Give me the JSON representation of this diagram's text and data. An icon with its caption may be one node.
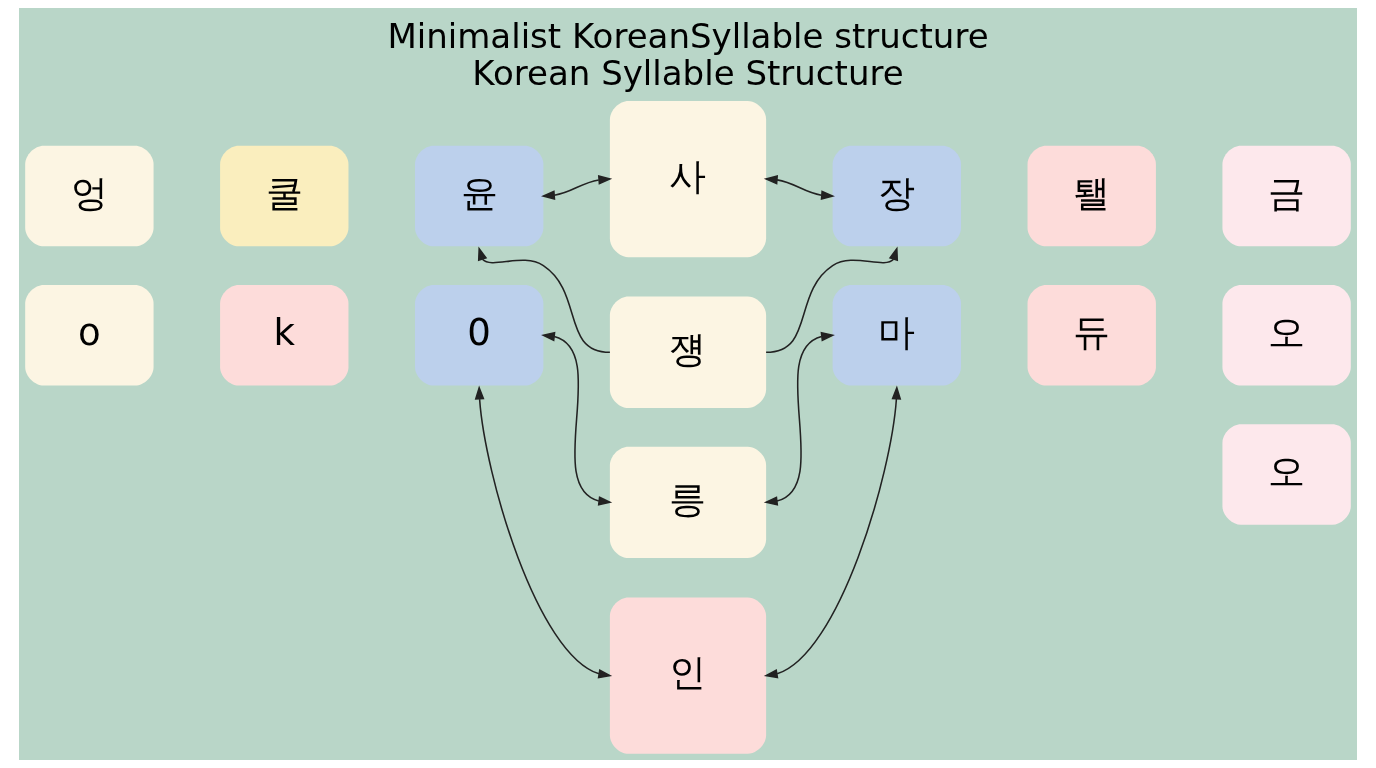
{
  "diagram": {
    "title": "Minimalist KoreanSyllable structure",
    "caption": "Korean Syllable Structure",
    "nodes": [
      {
        "text": [
          "엉"
        ]
      },
      {
        "text": [
          "쿨"
        ]
      },
      {
        "text": [
          "윤"
        ]
      },
      {
        "text": [
          "o"
        ]
      },
      {
        "text": [
          "k"
        ]
      },
      {
        "text": [
          "0"
        ]
      },
      {
        "text": [
          "사"
        ]
      },
      {
        "text": [
          "쟹"
        ]
      },
      {
        "text": [
          "릉"
        ]
      },
      {
        "text": [
          "인"
        ]
      },
      {
        "text": [
          "장"
        ]
      },
      {
        "text": [
          "퇠"
        ]
      },
      {
        "text": [
          "금"
        ]
      },
      {
        "text": [
          "마"
        ]
      },
      {
        "text": [
          "듀"
        ]
      },
      {
        "text": [
          "오"
        ]
      },
      {
        "text": [
          "오"
        ]
      }
    ],
    "edges": [
      {
        "from": 6,
        "to": 2,
        "arrow": "both"
      },
      {
        "from": 7,
        "to": 2,
        "arrow": "to"
      },
      {
        "from": 8,
        "to": 5,
        "arrow": "both"
      },
      {
        "from": 9,
        "to": 5,
        "arrow": "both"
      },
      {
        "from": 6,
        "to": 10,
        "arrow": "both"
      },
      {
        "from": 7,
        "to": 10,
        "arrow": "to"
      },
      {
        "from": 8,
        "to": 13,
        "arrow": "both"
      },
      {
        "from": 9,
        "to": 13,
        "arrow": "both"
      }
    ]
  }
}
